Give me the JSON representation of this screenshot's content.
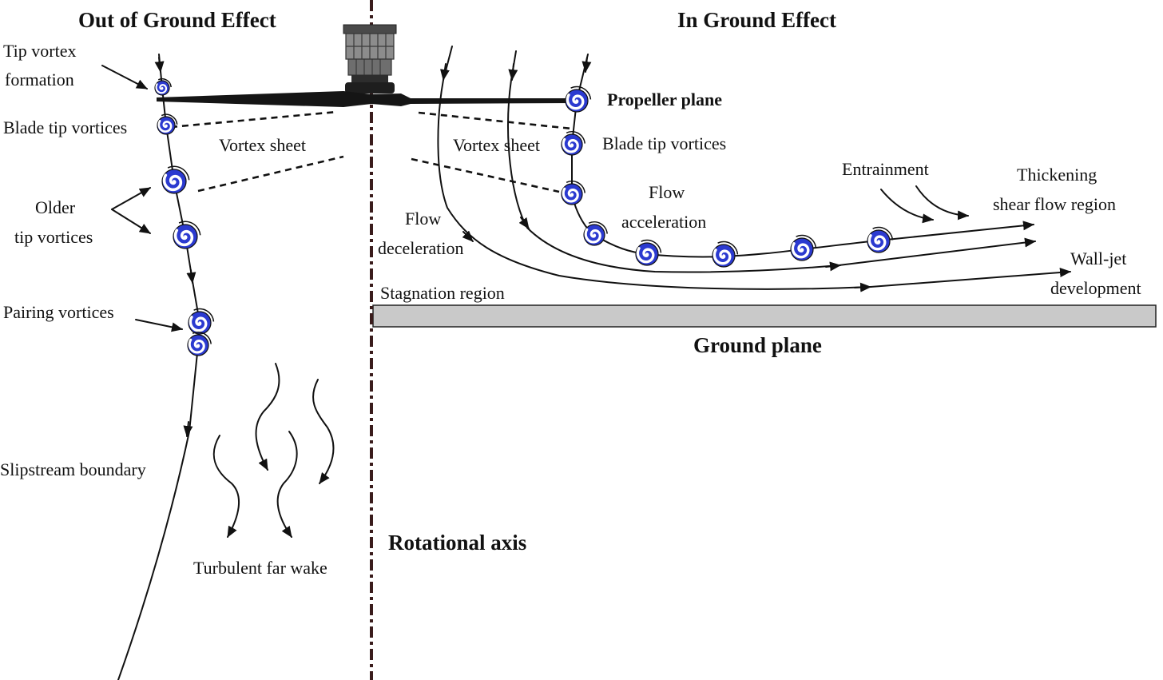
{
  "diagram": {
    "titles": {
      "out_of_ground_effect": "Out of Ground Effect",
      "in_ground_effect": "In Ground Effect"
    },
    "labels": {
      "tip_vortex_formation": [
        "Tip vortex",
        "formation"
      ],
      "blade_tip_vortices_left": "Blade tip vortices",
      "vortex_sheet_left": "Vortex sheet",
      "older_tip_vortices": [
        "Older",
        "tip vortices"
      ],
      "pairing_vortices": "Pairing vortices",
      "slipstream_boundary": "Slipstream boundary",
      "turbulent_far_wake": "Turbulent far wake",
      "rotational_axis": "Rotational axis",
      "propeller_plane": "Propeller plane",
      "vortex_sheet_right": "Vortex sheet",
      "blade_tip_vortices_right": "Blade tip vortices",
      "flow_acceleration": [
        "Flow",
        "acceleration"
      ],
      "entrainment": "Entrainment",
      "thickening_shear_flow_region": [
        "Thickening",
        "shear flow region"
      ],
      "flow_deceleration": [
        "Flow",
        "deceleration"
      ],
      "wall_jet_development": [
        "Wall-jet",
        "development"
      ],
      "stagnation_region": "Stagnation region",
      "ground_plane": "Ground plane"
    }
  },
  "icons": {
    "propeller": "propeller-motor-icon",
    "vortex": "spiral-vortex-icon"
  },
  "colors": {
    "vortex": "#2b3ad0",
    "line": "#111111",
    "ground": "#c9c9c9",
    "axis": "#3a1c1c"
  }
}
